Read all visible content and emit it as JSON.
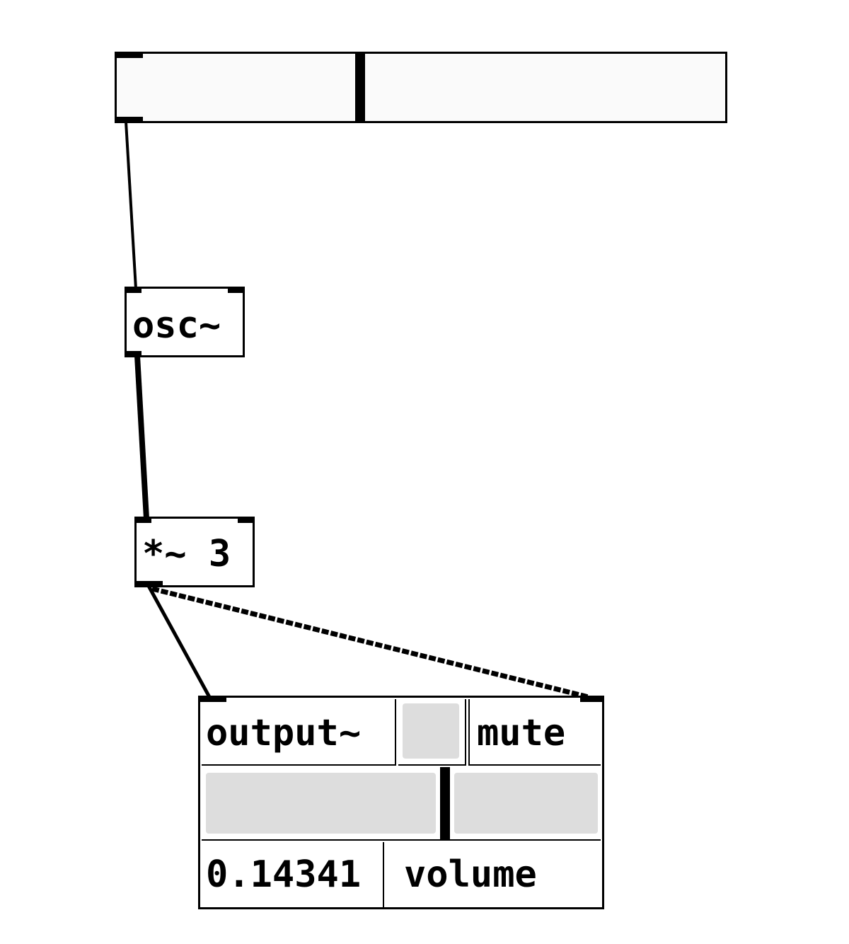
{
  "patch": {
    "top_slider": {
      "value_fraction": 0.4
    },
    "objects": {
      "osc": {
        "label": "osc~"
      },
      "mult": {
        "label": "*~ 3"
      }
    },
    "output_abstraction": {
      "title": "output~",
      "mute_label": "mute",
      "volume_value": "0.14341",
      "volume_label": "volume",
      "volume_slider_fraction": 0.61
    }
  }
}
